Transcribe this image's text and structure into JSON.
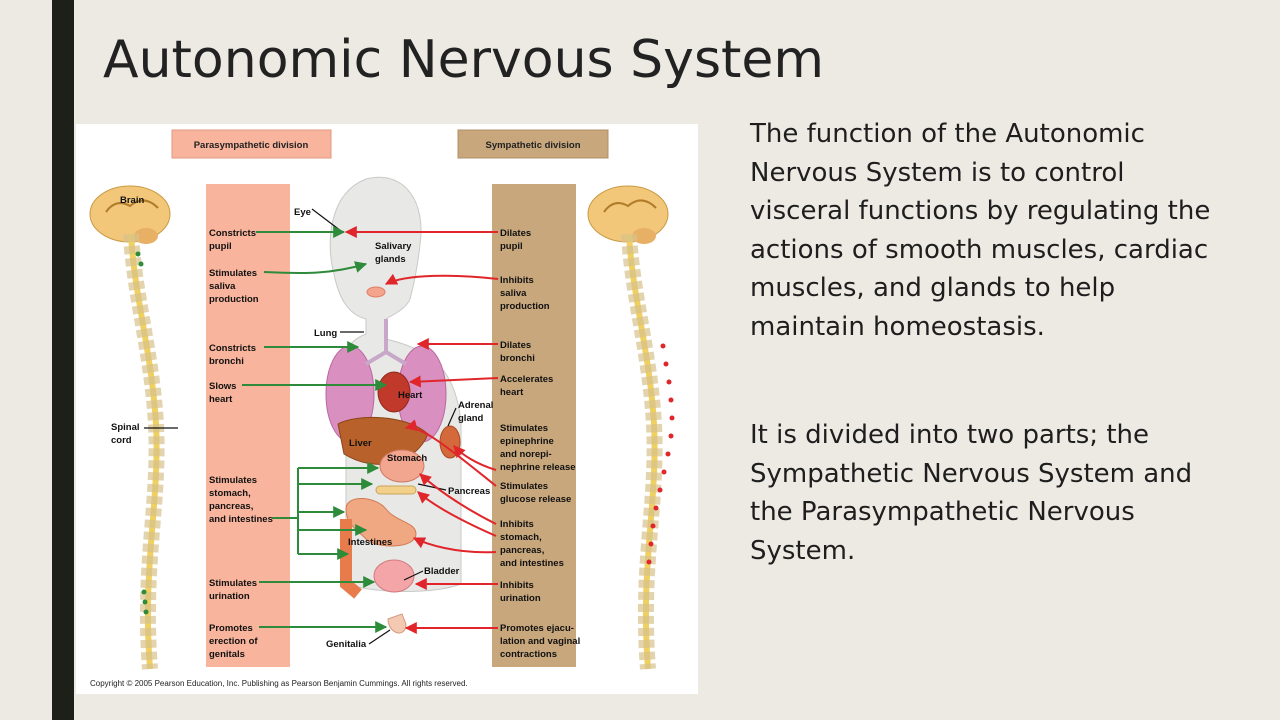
{
  "slide": {
    "title": "Autonomic Nervous System",
    "paragraphs": [
      "The function of the Autonomic Nervous System is to control visceral functions by regulating the actions of smooth muscles, cardiac muscles, and glands to help maintain homeostasis.",
      "It is divided into two parts; the Sympathetic Nervous System and the Parasympathetic Nervous System."
    ]
  },
  "diagram": {
    "headers": {
      "parasympathetic": "Parasympathetic division",
      "sympathetic": "Sympathetic division"
    },
    "parasympathetic_effects": [
      [
        "Constricts",
        "pupil"
      ],
      [
        "Stimulates",
        "saliva",
        "production"
      ],
      [
        "Constricts",
        "bronchi"
      ],
      [
        "Slows",
        "heart"
      ],
      [
        "Stimulates",
        "stomach,",
        "pancreas,",
        "and intestines"
      ],
      [
        "Stimulates",
        "urination"
      ],
      [
        "Promotes",
        "erection of",
        "genitals"
      ]
    ],
    "sympathetic_effects": [
      [
        "Dilates",
        "pupil"
      ],
      [
        "Inhibits",
        "saliva",
        "production"
      ],
      [
        "Dilates",
        "bronchi"
      ],
      [
        "Accelerates",
        "heart"
      ],
      [
        "Stimulates",
        "epinephrine",
        "and norepi-",
        "nephrine release"
      ],
      [
        "Stimulates",
        "glucose release"
      ],
      [
        "Inhibits",
        "stomach,",
        "pancreas,",
        "and intestines"
      ],
      [
        "Inhibits",
        "urination"
      ],
      [
        "Promotes ejacu-",
        "lation and vaginal",
        "contractions"
      ]
    ],
    "organ_labels": {
      "brain": "Brain",
      "spinal_cord": [
        "Spinal",
        "cord"
      ],
      "eye": "Eye",
      "salivary": [
        "Salivary",
        "glands"
      ],
      "lung": "Lung",
      "heart": "Heart",
      "adrenal": [
        "Adrenal",
        "gland"
      ],
      "liver": "Liver",
      "stomach": "Stomach",
      "pancreas": "Pancreas",
      "intestines": "Intestines",
      "bladder": "Bladder",
      "genitalia": "Genitalia"
    },
    "copyright": "Copyright © 2005 Pearson Education, Inc. Publishing as Pearson Benjamin Cummings. All rights reserved.",
    "colors": {
      "parasympathetic_column": "#f8b49c",
      "sympathetic_column": "#c8a77c",
      "parasympathetic_arrow": "#2e8b3a",
      "sympathetic_arrow": "#e0262a"
    }
  }
}
